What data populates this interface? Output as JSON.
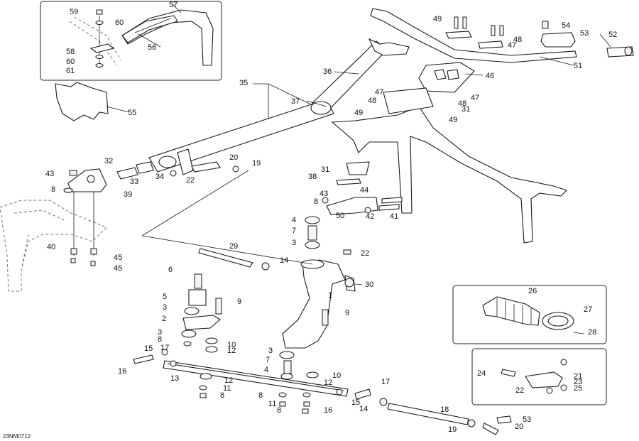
{
  "diagram_code": "23NM0712",
  "labels": {
    "l1": "1",
    "l2": "2",
    "l3a": "3",
    "l3b": "3",
    "l3c": "3",
    "l3d": "3",
    "l4a": "4",
    "l4b": "4",
    "l5": "5",
    "l6": "6",
    "l7a": "7",
    "l7b": "7",
    "l8a": "8",
    "l8b": "8",
    "l8c": "8",
    "l8d": "8",
    "l8e": "8",
    "l9a": "9",
    "l9b": "9",
    "l10a": "10",
    "l10b": "10",
    "l11a": "11",
    "l11b": "11",
    "l12a": "12",
    "l12b": "12",
    "l12c": "12",
    "l13": "13",
    "l14a": "14",
    "l14b": "14",
    "l15a": "15",
    "l15b": "15",
    "l16a": "16",
    "l16b": "16",
    "l17a": "17",
    "l17b": "17",
    "l18": "18",
    "l19a": "19",
    "l19b": "19",
    "l20a": "20",
    "l20b": "20",
    "l21": "21",
    "l22a": "22",
    "l22b": "22",
    "l22c": "22",
    "l23": "23",
    "l24": "24",
    "l25": "25",
    "l26": "26",
    "l27": "27",
    "l28": "28",
    "l29": "29",
    "l30": "30",
    "l31a": "31",
    "l31b": "31",
    "l32": "32",
    "l33": "33",
    "l34": "34",
    "l35": "35",
    "l36": "36",
    "l37": "37",
    "l38": "38",
    "l39": "39",
    "l40": "40",
    "l41": "41",
    "l42": "42",
    "l43a": "43",
    "l43b": "43",
    "l44": "44",
    "l45a": "45",
    "l45b": "45",
    "l46": "46",
    "l47a": "47",
    "l47b": "47",
    "l47c": "47",
    "l48a": "48",
    "l48b": "48",
    "l48c": "48",
    "l49a": "49",
    "l49b": "49",
    "l49c": "49",
    "l50": "50",
    "l51": "51",
    "l52": "52",
    "l53a": "53",
    "l53b": "53",
    "l54": "54",
    "l55": "55",
    "l56": "56",
    "l57": "57",
    "l58": "58",
    "l59": "59",
    "l60a": "60",
    "l60b": "60",
    "l61": "61"
  }
}
